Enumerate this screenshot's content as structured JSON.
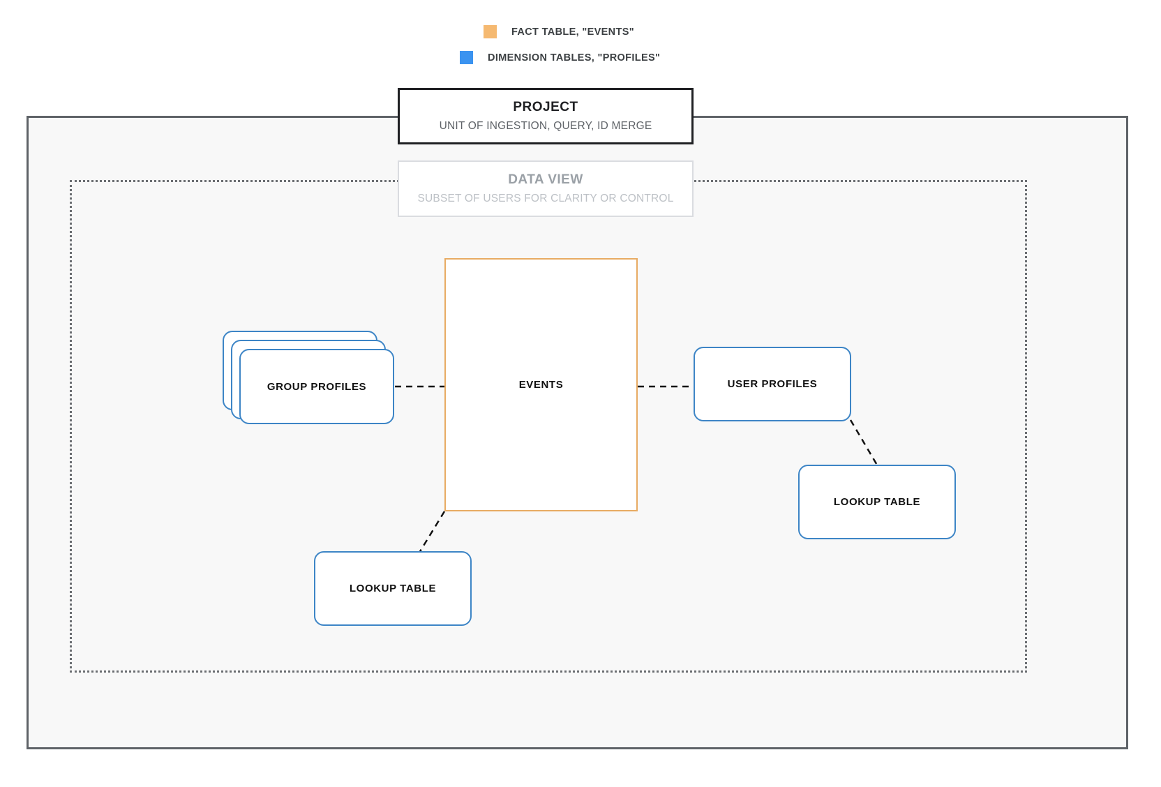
{
  "legend": {
    "items": [
      {
        "label": "FACT TABLE, \"EVENTS\"",
        "color": "#f5b971",
        "icon": "square-swatch-icon"
      },
      {
        "label": "DIMENSION TABLES, \"PROFILES\"",
        "color": "#3b93f0",
        "icon": "square-swatch-icon"
      }
    ]
  },
  "project": {
    "title": "PROJECT",
    "subtitle": "UNIT OF INGESTION, QUERY, ID MERGE",
    "border_color": "#202124"
  },
  "data_view": {
    "title": "DATA VIEW",
    "subtitle": "SUBSET OF USERS FOR CLARITY OR CONTROL",
    "border_color": "#dadce0",
    "text_color": "#9aa0a6"
  },
  "nodes": {
    "events": {
      "label": "EVENTS",
      "color": "#e8ab63",
      "type": "fact-table"
    },
    "group_profiles": {
      "label": "GROUP PROFILES",
      "color": "#3d85c6",
      "type": "dimension-table-stack",
      "stack_count": 3
    },
    "user_profiles": {
      "label": "USER PROFILES",
      "color": "#3d85c6",
      "type": "dimension-table"
    },
    "lookup_table_left": {
      "label": "LOOKUP TABLE",
      "color": "#3d85c6",
      "type": "lookup-table"
    },
    "lookup_table_right": {
      "label": "LOOKUP TABLE",
      "color": "#3d85c6",
      "type": "lookup-table"
    }
  },
  "connectors": [
    {
      "from": "group_profiles",
      "to": "events",
      "style": "dashed"
    },
    {
      "from": "events",
      "to": "user_profiles",
      "style": "dashed"
    },
    {
      "from": "events",
      "to": "lookup_table_left",
      "style": "dashed"
    },
    {
      "from": "user_profiles",
      "to": "lookup_table_right",
      "style": "dashed"
    }
  ]
}
